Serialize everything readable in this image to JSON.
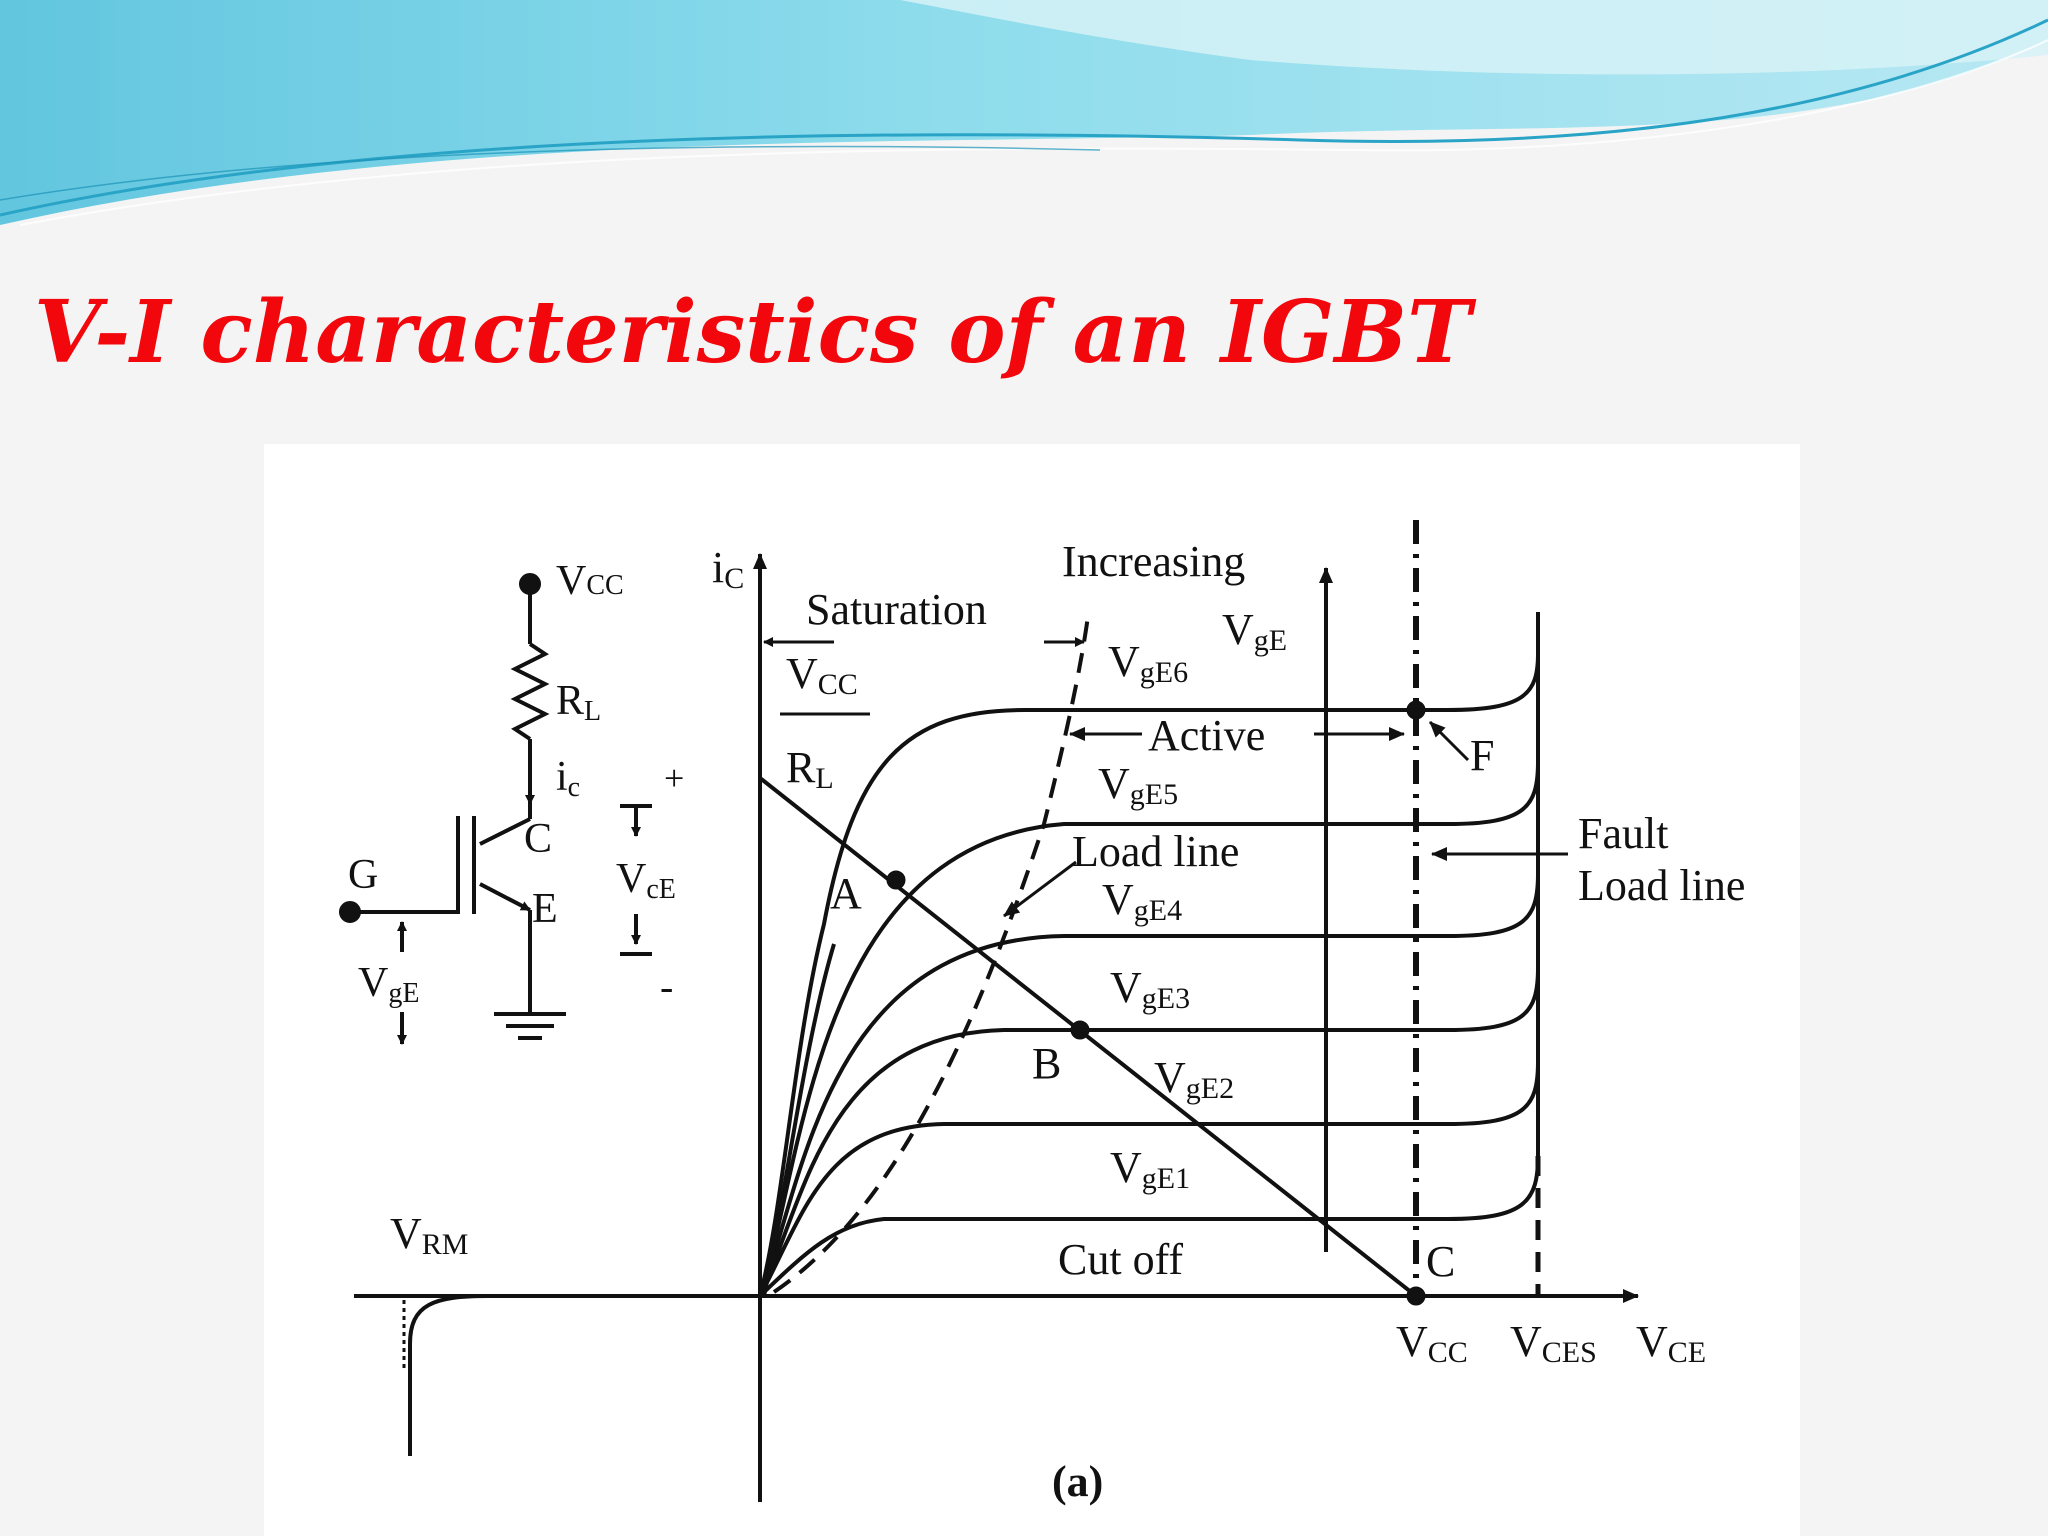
{
  "slide": {
    "title": "V-I characteristics of an IGBT"
  },
  "circuit": {
    "supply": {
      "main": "V",
      "sub": "CC"
    },
    "resistor": {
      "main": "R",
      "sub": "L"
    },
    "current": {
      "main": "i",
      "sub": "c"
    },
    "collector": "C",
    "gate": "G",
    "emitter": "E",
    "gate_voltage": {
      "main": "V",
      "sub": "gE"
    },
    "ce_voltage": {
      "main": "V",
      "sub": "cE"
    },
    "plus": "+",
    "minus": "-"
  },
  "graph": {
    "y_axis": {
      "main": "i",
      "sub": "C"
    },
    "x_axis": {
      "main": "V",
      "sub": "CE"
    },
    "vcc_tick": {
      "main": "V",
      "sub": "CC"
    },
    "vces_tick": {
      "main": "V",
      "sub": "CES"
    },
    "vrm": {
      "main": "V",
      "sub": "RM"
    },
    "intercept": {
      "top_main": "V",
      "top_sub": "CC",
      "bottom_main": "R",
      "bottom_sub": "L"
    },
    "saturation": "Saturation",
    "increasing_line1": "Increasing",
    "increasing_line2": {
      "main": "V",
      "sub": "gE"
    },
    "active": "Active",
    "load_line": "Load line",
    "fault_line1": "Fault",
    "fault_line2": "Load line",
    "cut_off": "Cut off",
    "point_a": "A",
    "point_b": "B",
    "point_c": "C",
    "point_f": "F",
    "curves": [
      {
        "main": "V",
        "sub": "gE1"
      },
      {
        "main": "V",
        "sub": "gE2"
      },
      {
        "main": "V",
        "sub": "gE3"
      },
      {
        "main": "V",
        "sub": "gE4"
      },
      {
        "main": "V",
        "sub": "gE5"
      },
      {
        "main": "V",
        "sub": "gE6"
      }
    ]
  },
  "caption": "(a)",
  "colors": {
    "title": "#f2070c",
    "ink": "#111111",
    "wave_light": "#c9eef5",
    "wave_mid": "#7fd3e6",
    "wave_dark": "#3bb3d2"
  }
}
